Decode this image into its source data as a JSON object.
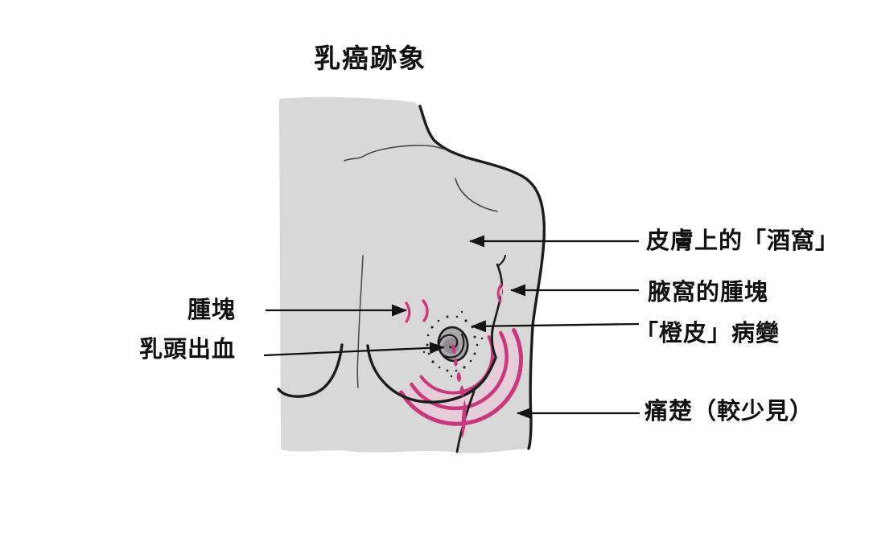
{
  "title": "乳癌跡象",
  "annotations": {
    "lump": "腫塊",
    "nipple_bleed": "乳頭出血",
    "skin_dimple": "皮膚上的「酒窩」",
    "armpit_lump": "腋窩的腫塊",
    "orange_peel": "「橙皮」病變",
    "pain": "痛楚（較少見）"
  },
  "colors": {
    "background": "#ffffff",
    "body_fill": "#d8d8d8",
    "outline": "#1c1c1c",
    "text": "#111111",
    "accent_pink": "#c9377f",
    "accent_pink_light": "#f0c3da",
    "areola_fill": "#aba7ac",
    "areola_inner": "#908c91"
  }
}
